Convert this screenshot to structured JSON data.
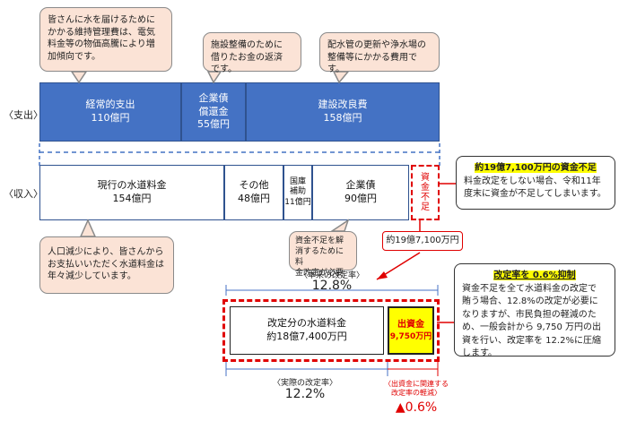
{
  "bubbles": {
    "maintenance": "皆さんに水を届けるために\nかかる維持管理費は、電気\n料金等の物価高騰により増\n加傾向です。",
    "bond_repay": "施設整備のために\n借りたお金の返済\nです。",
    "construction": "配水管の更新や浄水場の\n整備等にかかる費用です。",
    "population": "人口減少により、皆さんから\nお支払いいただく水道料金は\n年々減少しています。",
    "fund_short": "資金不足を解\n消するために料\n金改定が必要"
  },
  "rows": {
    "expense_label": "〈支出〉",
    "income_label": "〈収入〉"
  },
  "expense": {
    "operating": {
      "name": "経常的支出",
      "amount": "110億円"
    },
    "bond_repay": {
      "name": "企業債\n償還金",
      "amount": "55億円"
    },
    "construction": {
      "name": "建設改良費",
      "amount": "158億円"
    }
  },
  "income": {
    "fee": {
      "name": "現行の水道料金",
      "amount": "154億円"
    },
    "other": {
      "name": "その他",
      "amount": "48億円"
    },
    "subsidy": {
      "name": "国庫\n補助",
      "amount": "11億円"
    },
    "bond": {
      "name": "企業債",
      "amount": "90億円"
    },
    "shortage": "資\n金\n不\n足"
  },
  "shortage_amount": "約19億7,100万円",
  "note_shortage": {
    "heading": "約19億7,100万円の資金不足",
    "body": "料金改定をしない場合、令和11年\n度末に資金が不足してしまいます。"
  },
  "rates": {
    "original_label": "〈本来の改定率〉",
    "original_value": "12.8%",
    "actual_label": "〈実際の改定率〉",
    "actual_value": "12.2%",
    "relief_label": "〈出資金に関連する\n改定率の軽減〉",
    "relief_value": "▲0.6%"
  },
  "revised": {
    "fee_name": "改定分の水道料金",
    "fee_amount": "約18億7,400万円",
    "contribution_name": "出資金",
    "contribution_amount": "9,750万円"
  },
  "note_rate": {
    "heading": "改定率を 0.6%抑制",
    "body": "資金不足を全て水道料金の改定で\n賄う場合、12.8%の改定が必要に\nなりますが、市民負担の軽減のた\nめ、一般会計から 9,750 万円の出\n資を行い、改定率を 12.2%に圧縮\nします。"
  },
  "colors": {
    "expense_blue": "#4472c4",
    "bubble_fill": "#fbe3d6",
    "alert_red": "#e00000",
    "highlight": "#ffff00"
  }
}
